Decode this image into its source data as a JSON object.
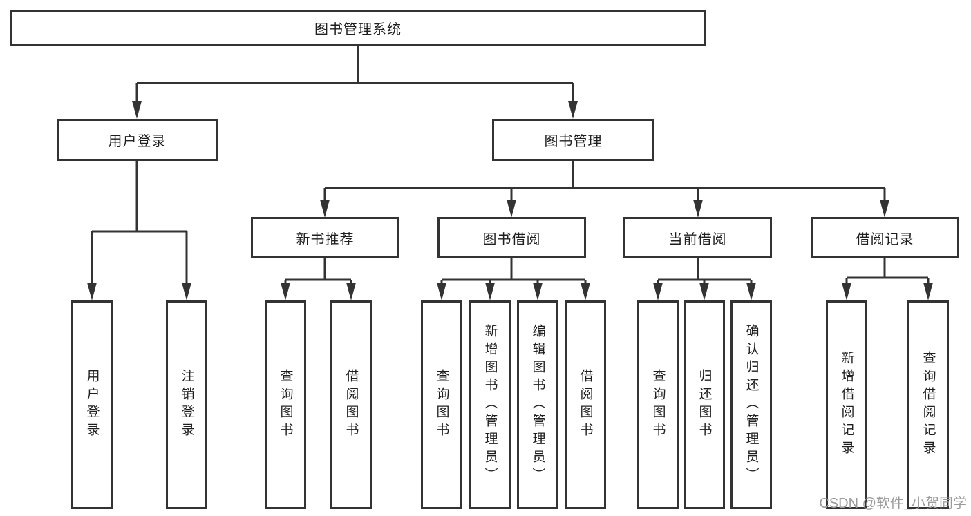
{
  "diagram": {
    "type": "tree",
    "title": "图书管理系统",
    "colors": {
      "line": "#333333",
      "box_border": "#333333",
      "box_fill": "#ffffff",
      "text": "#1f1f1f",
      "background": "#ffffff",
      "watermark": "#9a9a9a"
    },
    "root": {
      "label": "图书管理系统"
    },
    "level2": [
      {
        "label": "用户登录",
        "parent": "图书管理系统"
      },
      {
        "label": "图书管理",
        "parent": "图书管理系统"
      }
    ],
    "level3": [
      {
        "label": "新书推荐",
        "parent": "图书管理"
      },
      {
        "label": "图书借阅",
        "parent": "图书管理"
      },
      {
        "label": "当前借阅",
        "parent": "图书管理"
      },
      {
        "label": "借阅记录",
        "parent": "图书管理"
      }
    ],
    "leaves": [
      {
        "label": "用户登录",
        "parent": "用户登录"
      },
      {
        "label": "注销登录",
        "parent": "用户登录"
      },
      {
        "label": "查询图书",
        "parent": "新书推荐"
      },
      {
        "label": "借阅图书",
        "parent": "新书推荐"
      },
      {
        "label": "查询图书",
        "parent": "图书借阅"
      },
      {
        "label": "新增图书（管理员）",
        "parent": "图书借阅"
      },
      {
        "label": "编辑图书（管理员）",
        "parent": "图书借阅"
      },
      {
        "label": "借阅图书",
        "parent": "图书借阅"
      },
      {
        "label": "查询图书",
        "parent": "当前借阅"
      },
      {
        "label": "归还图书",
        "parent": "当前借阅"
      },
      {
        "label": "确认归还（管理员）",
        "parent": "当前借阅"
      },
      {
        "label": "新增借阅记录",
        "parent": "借阅记录"
      },
      {
        "label": "查询借阅记录",
        "parent": "借阅记录"
      }
    ],
    "watermark": "CSDN @软件_小贺同学"
  }
}
